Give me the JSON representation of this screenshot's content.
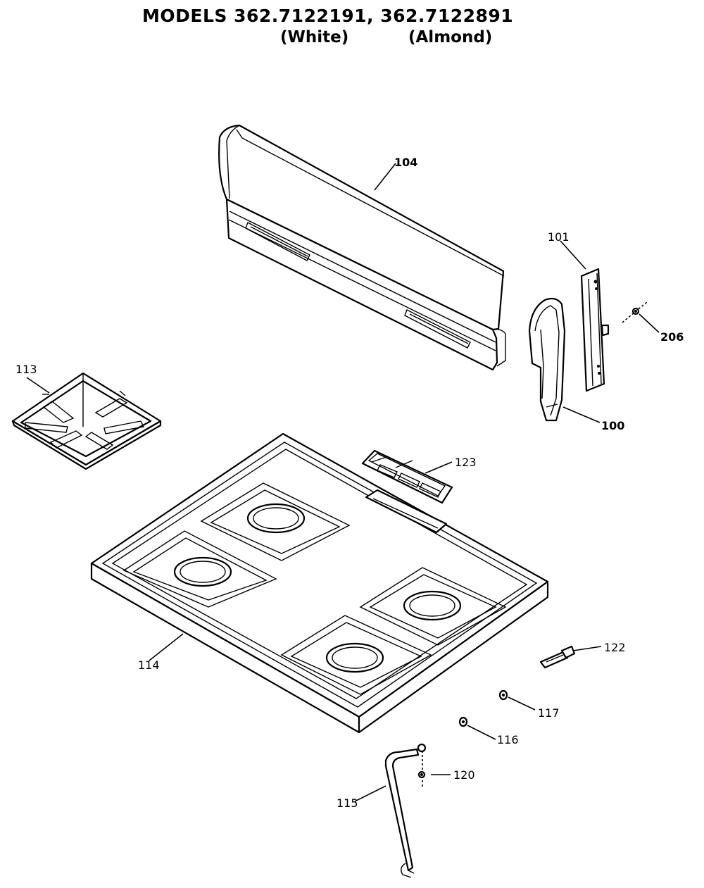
{
  "header": {
    "title": "MODELS 362.7122191, 362.7122891",
    "variants": [
      "(White)",
      "(Almond)"
    ]
  },
  "callouts": {
    "c104": "104",
    "c101": "101",
    "c206": "206",
    "c100": "100",
    "c113": "113",
    "c123": "123",
    "c114": "114",
    "c122": "122",
    "c117": "117",
    "c116": "116",
    "c120": "120",
    "c115": "115"
  }
}
